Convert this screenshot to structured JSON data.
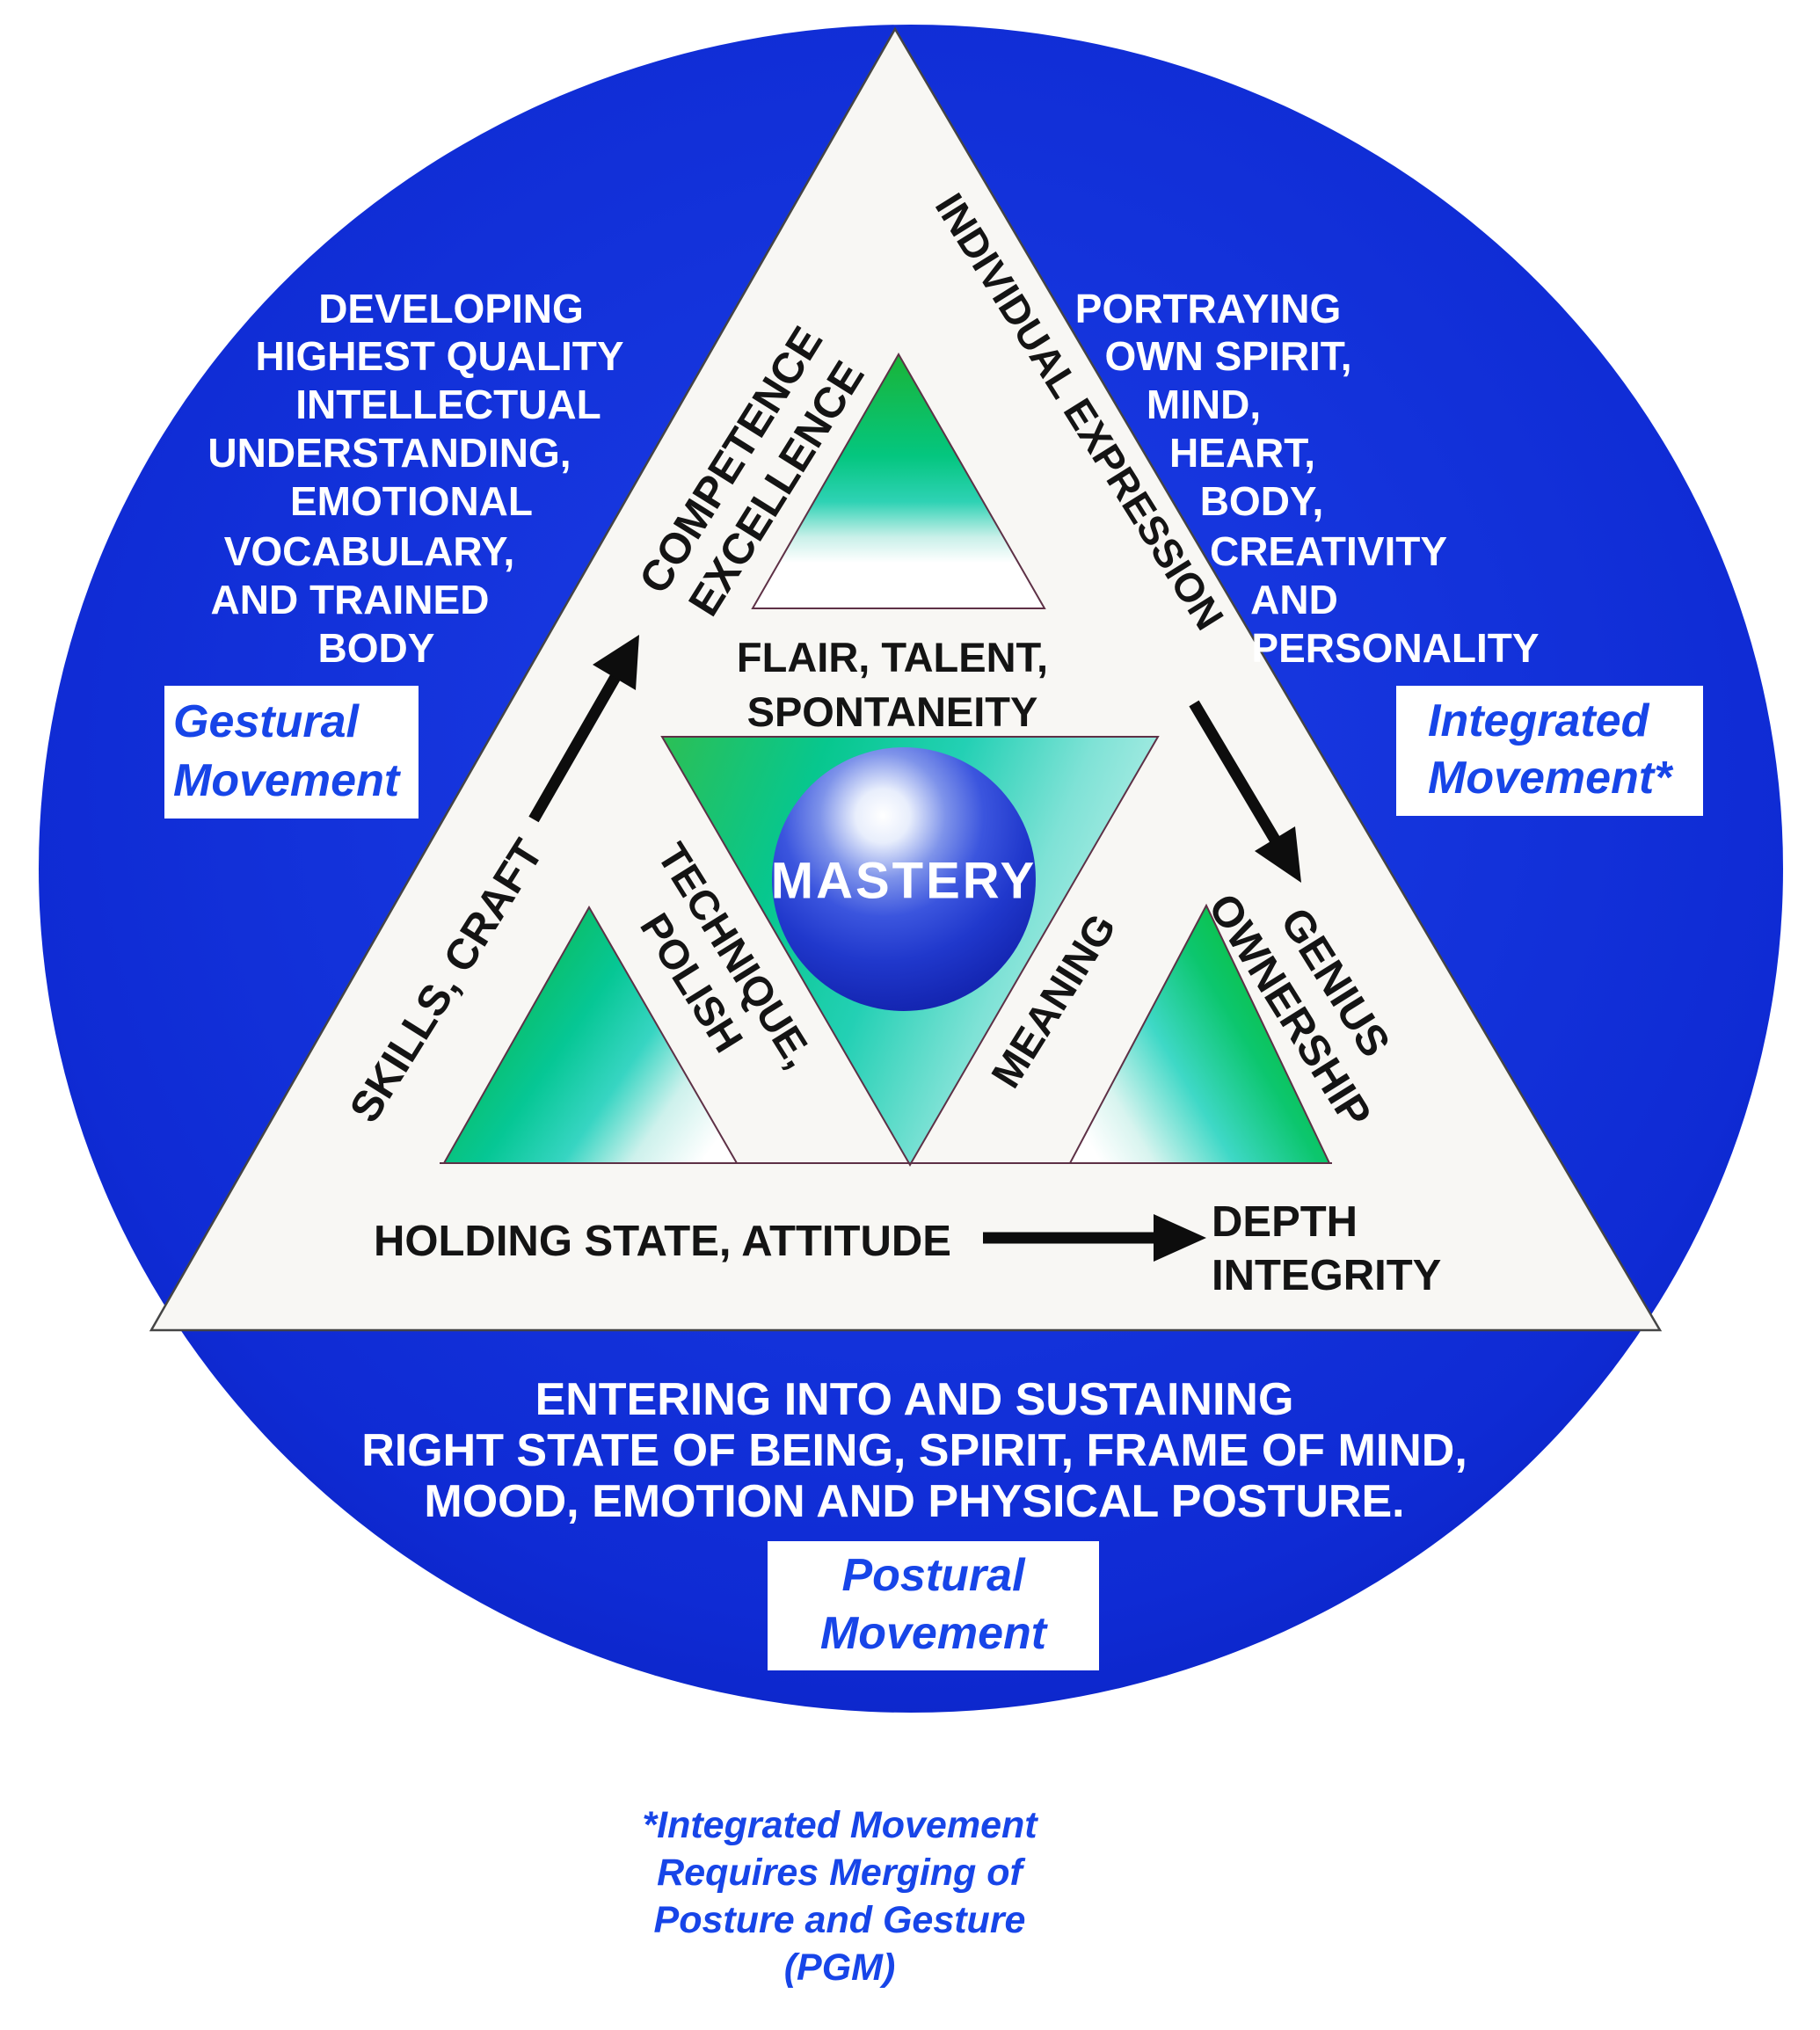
{
  "notes": {
    "left": {
      "lines": [
        "DEVELOPING",
        "HIGHEST QUALITY",
        "INTELLECTUAL",
        "UNDERSTANDING,",
        "EMOTIONAL",
        "VOCABULARY,",
        "AND TRAINED",
        "BODY"
      ]
    },
    "right": {
      "lines": [
        "PORTRAYING",
        "OWN SPIRIT,",
        "MIND,",
        "HEART,",
        "BODY,",
        "CREATIVITY",
        "AND",
        "PERSONALITY"
      ]
    },
    "bottom": "ENTERING INTO AND SUSTAINING\nRIGHT STATE OF BEING, SPIRIT, FRAME OF MIND,\nMOOD, EMOTION AND PHYSICAL POSTURE.",
    "footnote": "*Integrated Movement\nRequires Merging of\nPosture and Gesture\n(PGM)"
  },
  "boxes": {
    "gestural": "Gestural\nMovement",
    "integrated": "Integrated\nMovement*",
    "postural": "Postural\nMovement"
  },
  "triangle": {
    "left_edge_top": "COMPETENCE\nEXCELLENCE",
    "left_edge_bottom": "SKILLS, CRAFT",
    "right_edge_top": "INDIVIDUAL EXPRESSION",
    "right_edge_bottom": "GENIUS\nOWNERSHIP",
    "bottom_edge": "HOLDING STATE, ATTITUDE",
    "bottom_edge_result": "DEPTH\nINTEGRITY",
    "inner_top": "FLAIR, TALENT,\nSPONTANEITY",
    "inner_left": "TECHNIQUE,\nPOLISH",
    "inner_right": "MEANING",
    "center": "MASTERY"
  },
  "colors": {
    "circle_blue": "#1129dd",
    "label_blue": "#1745e8",
    "triangle_white": "#f8f7f4",
    "green": "#12b53c",
    "teal": "#00c9ae",
    "sphere_blue": "#1a2cc4",
    "text_black": "#141414"
  }
}
